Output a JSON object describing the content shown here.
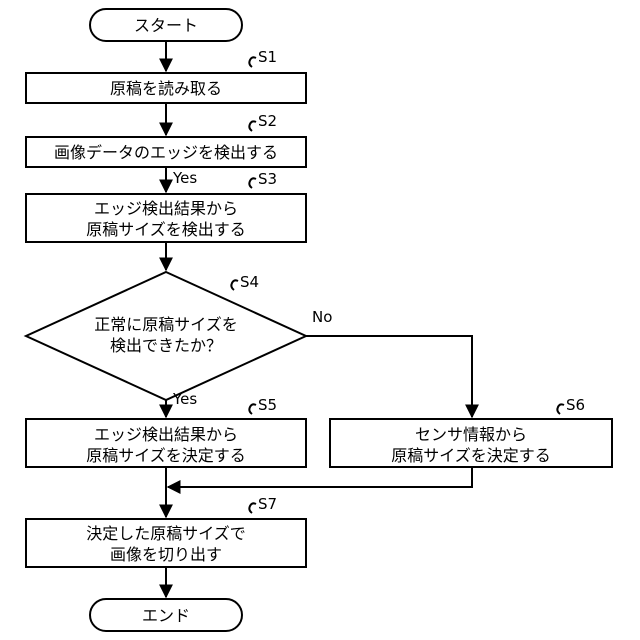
{
  "terminals": {
    "start": "スタート",
    "end": "エンド"
  },
  "steps": [
    {
      "id": "S1",
      "lines": [
        "原稿を読み取る"
      ]
    },
    {
      "id": "S2",
      "lines": [
        "画像データのエッジを検出する"
      ]
    },
    {
      "id": "S3",
      "lines": [
        "エッジ検出結果から",
        "原稿サイズを検出する"
      ]
    },
    {
      "id": "S4",
      "lines": [
        "正常に原稿サイズを",
        "検出できたか？"
      ]
    },
    {
      "id": "S5",
      "lines": [
        "エッジ検出結果から",
        "原稿サイズを決定する"
      ]
    },
    {
      "id": "S6",
      "lines": [
        "センサ情報から",
        "原稿サイズを決定する"
      ]
    },
    {
      "id": "S7",
      "lines": [
        "決定した原稿サイズで",
        "画像を切り出す"
      ]
    }
  ],
  "branches": {
    "yes_after_s2": "Yes",
    "yes": "Yes",
    "no": "No"
  }
}
